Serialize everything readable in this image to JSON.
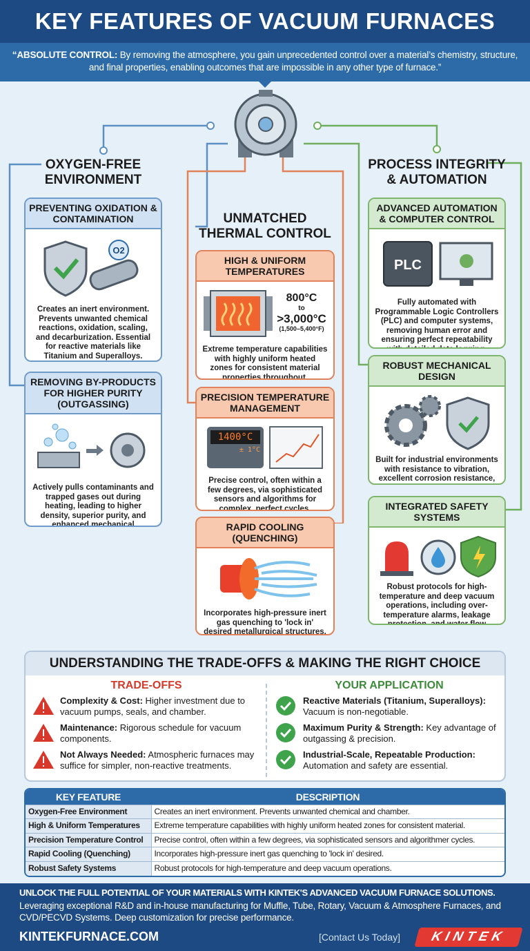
{
  "header": {
    "title": "KEY FEATURES OF VACUUM FURNACES"
  },
  "quote": {
    "lead": "“ABSOLUTE CONTROL:",
    "text": " By removing the atmosphere, you gain unprecedented control over a material’s chemistry, structure, and final properties, enabling outcomes that are impossible in any other type of furnace.”"
  },
  "columns": [
    {
      "title": "OXYGEN-FREE ENVIRONMENT",
      "color": "#6f9bcb",
      "cards": [
        {
          "title": "PREVENTING OXIDATION & CONTAMINATION",
          "icon": "shield-pipe-o2-icon",
          "badge": "O2",
          "text": "Creates an inert environment. Prevents unwanted chemical reactions, oxidation, scaling, and decarburization. Essential for reactive materials like Titanium and Superalloys."
        },
        {
          "title": "REMOVING BY-PRODUCTS FOR HIGHER PURITY (OUTGASSING)",
          "icon": "bubbles-pump-icon",
          "text": "Actively pulls contaminants and trapped gases out during heating, leading to higher density, superior purity, and enhanced mechanical properties."
        }
      ]
    },
    {
      "title": "UNMATCHED THERMAL CONTROL",
      "color": "#e0825a",
      "cards": [
        {
          "title": "HIGH & UNIFORM TEMPERATURES",
          "icon": "heating-chamber-icon",
          "temp_low": "800°C",
          "temp_to": "to",
          "temp_high": ">3,000°C",
          "temp_f": "(1,500–5,400°F)",
          "text": "Extreme temperature capabilities with highly uniform heated zones for consistent material properties throughout."
        },
        {
          "title": "PRECISION TEMPERATURE MANAGEMENT",
          "icon": "controller-graph-icon",
          "display_main": "1400°C",
          "display_sub": "± 1°C",
          "text": "Precise control, often within a few degrees, via sophisticated sensors and algorithms for complex, perfect cycles."
        },
        {
          "title": "RAPID COOLING (QUENCHING)",
          "icon": "gas-quench-icon",
          "text": "Incorporates high-pressure inert gas quenching to 'lock in' desired metallurgical structures, critical for hardening."
        }
      ]
    },
    {
      "title": "PROCESS INTEGRITY & AUTOMATION",
      "color": "#7fb66e",
      "cards": [
        {
          "title": "ADVANCED AUTOMATION & COMPUTER CONTROL",
          "icon": "plc-computer-icon",
          "chip": "PLC",
          "text": "Fully automated with Programmable Logic Controllers (PLC) and computer systems, removing human error and ensuring perfect repeatability with detailed data logging."
        },
        {
          "title": "ROBUST MECHANICAL DESIGN",
          "icon": "gears-shield-icon",
          "text": "Built for industrial environments with resistance to vibration, excellent corrosion resistance, and high tensile strength for long service life."
        },
        {
          "title": "INTEGRATED SAFETY SYSTEMS",
          "icon": "alarm-water-shield-icon",
          "text": "Robust protocols for high-temperature and deep vacuum operations, including over-temperature alarms, leakage protection, and water flow sensors."
        }
      ]
    }
  ],
  "tradeoffs": {
    "title": "UNDERSTANDING THE TRADE-OFFS & MAKING THE RIGHT CHOICE",
    "left_title": "TRADE-OFFS",
    "right_title": "YOUR APPLICATION",
    "left": [
      {
        "bold": "Complexity & Cost:",
        "text": " Higher investment due to vacuum pumps, seals, and chamber."
      },
      {
        "bold": "Maintenance:",
        "text": " Rigorous schedule for vacuum components."
      },
      {
        "bold": "Not Always Needed:",
        "text": " Atmospheric furnaces may suffice for simpler, non-reactive treatments."
      }
    ],
    "right": [
      {
        "bold": "Reactive Materials (Titanium, Superalloys):",
        "text": " Vacuum is non-negotiable."
      },
      {
        "bold": "Maximum Purity & Strength:",
        "text": " Key advantage of outgassing & precision."
      },
      {
        "bold": "Industrial-Scale, Repeatable Production:",
        "text": " Automation and safety are essential."
      }
    ]
  },
  "table": {
    "headers": [
      "KEY FEATURE",
      "DESCRIPTION"
    ],
    "rows": [
      [
        "Oxygen-Free Environment",
        "Creates an inert environment. Prevents unwanted chemical and chamber."
      ],
      [
        "High & Uniform Temperatures",
        "Extreme temperature capabilities with highly uniform heated zones for consistent material."
      ],
      [
        "Precision Temperature Control",
        "Precise control, often within a few degrees, via sophisticated sensors and algorithmer cycles."
      ],
      [
        "Rapid Cooling (Quenching)",
        "Incorporates high-pressure inert gas quenching to 'lock in' desired."
      ],
      [
        "Robust Safety Systems",
        "Robust protocols for high-temperature and deep vacuum operations."
      ]
    ]
  },
  "footer": {
    "headline": "UNLOCK THE FULL POTENTIAL OF YOUR MATERIALS WITH KINTEK'S ADVANCED VACUUM FURNACE SOLUTIONS.",
    "text": "Leveraging exceptional R&D and in-house manufacturing for Muffle, Tube, Rotary, Vacuum & Atmosphere Furnaces, and CVD/PECVD Systems. Deep customization for precise performance.",
    "website": "KINTEKFURNACE.COM",
    "cta": "[Contact Us Today]",
    "logo": "KINTEK"
  }
}
